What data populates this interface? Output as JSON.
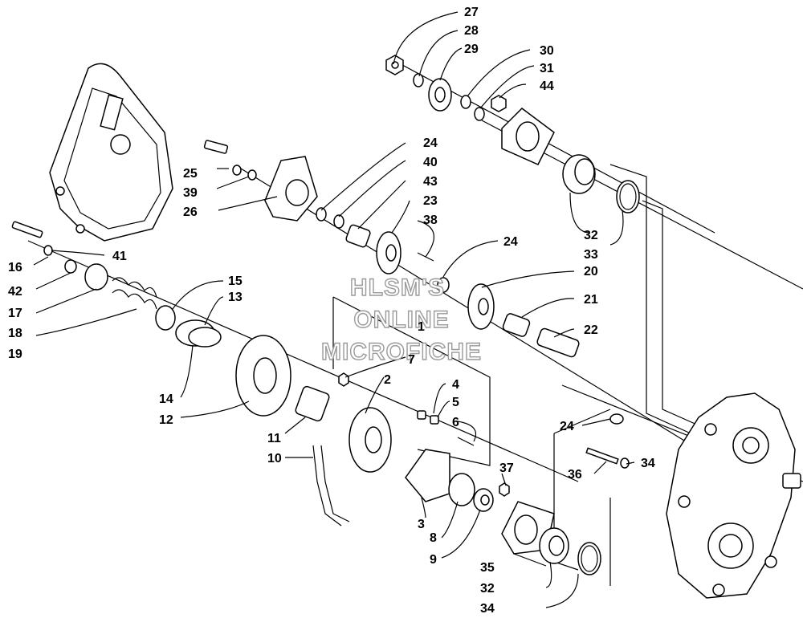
{
  "watermark": {
    "line1": "HLSM'S",
    "line2": "ONLINE",
    "line3": "MICROFICHE"
  },
  "callouts": [
    "1",
    "2",
    "3",
    "4",
    "5",
    "6",
    "7",
    "8",
    "9",
    "10",
    "11",
    "12",
    "13",
    "14",
    "15",
    "16",
    "17",
    "18",
    "19",
    "20",
    "21",
    "22",
    "23",
    "24",
    "24",
    "24",
    "25",
    "26",
    "27",
    "28",
    "29",
    "30",
    "31",
    "32",
    "32",
    "33",
    "34",
    "34",
    "35",
    "36",
    "37",
    "38",
    "39",
    "40",
    "41",
    "42",
    "43",
    "44"
  ],
  "colors": {
    "ink": "#000000",
    "watermark_outline": "#9a9a9a",
    "background": "#ffffff"
  }
}
